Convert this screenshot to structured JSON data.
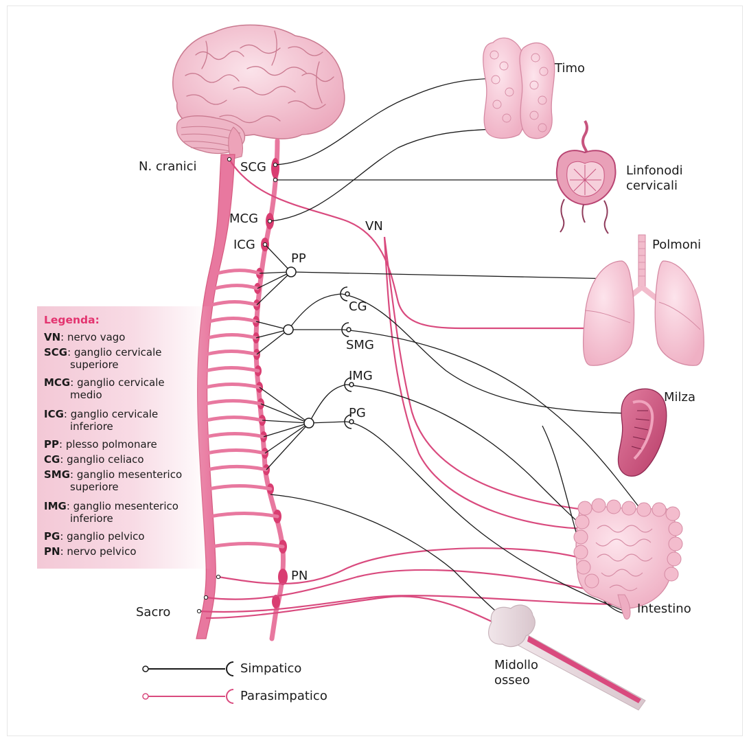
{
  "labels": {
    "timo": "Timo",
    "linfonodi_1": "Linfonodi",
    "linfonodi_2": "cervicali",
    "polmoni": "Polmoni",
    "milza": "Milza",
    "intestino": "Intestino",
    "midollo_1": "Midollo",
    "midollo_2": "osseo",
    "n_cranici": "N. cranici",
    "sacro": "Sacro",
    "scg": "SCG",
    "mcg": "MCG",
    "icg": "ICG",
    "pp": "PP",
    "vn": "VN",
    "cg": "CG",
    "smg": "SMG",
    "img": "IMG",
    "pg": "PG",
    "pn": "PN"
  },
  "legend": {
    "title": "Legenda:",
    "items": [
      {
        "abbr": "VN",
        "text": ": nervo vago",
        "cont": ""
      },
      {
        "abbr": "SCG",
        "text": ": ganglio cervicale",
        "cont": "superiore"
      },
      {
        "abbr": "MCG",
        "text": ": ganglio cervicale",
        "cont": "medio"
      },
      {
        "abbr": "ICG",
        "text": ": ganglio cervicale",
        "cont": "inferiore"
      },
      {
        "abbr": "PP",
        "text": ": plesso polmonare",
        "cont": ""
      },
      {
        "abbr": "CG",
        "text": ": ganglio celiaco",
        "cont": ""
      },
      {
        "abbr": "SMG",
        "text": ": ganglio mesenterico",
        "cont": "superiore"
      },
      {
        "abbr": "IMG",
        "text": ": ganglio mesenterico",
        "cont": "inferiore"
      },
      {
        "abbr": "PG",
        "text": ": ganglio pelvico",
        "cont": ""
      },
      {
        "abbr": "PN",
        "text": ": nervo pelvico",
        "cont": ""
      }
    ]
  },
  "key": {
    "sympathetic": "Simpatico",
    "parasympathetic": "Parasimpatico"
  },
  "colors": {
    "sympathetic": "#1a1a1a",
    "parasympathetic": "#d94a7e",
    "cord": "#e8789f",
    "organ_pink": "#f5c4d2",
    "legend_title": "#e3336f"
  }
}
